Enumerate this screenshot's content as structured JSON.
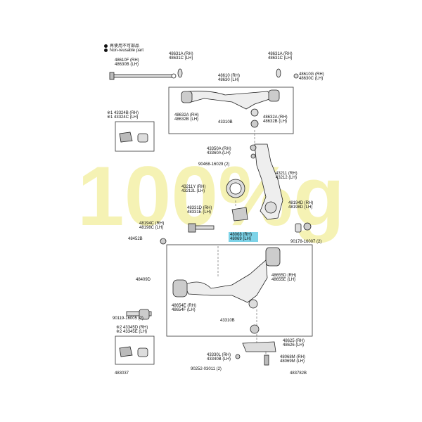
{
  "watermark": "100%g",
  "legend": {
    "item1": "再使用不可部品",
    "item2": "Non-reusable part"
  },
  "parts": {
    "p48610F": [
      "48610F (RH)",
      "48630B (LH)"
    ],
    "p48631A_L": [
      "48631A (RH)",
      "48631C (LH)"
    ],
    "p48631A_R": [
      "48631A (RH)",
      "48631C (LH)"
    ],
    "p48610G": [
      "48610G (RH)",
      "48630C (LH)"
    ],
    "p48610": [
      "48610 (RH)",
      "48630 (LH)"
    ],
    "p48632A_L": [
      "48632A (RH)",
      "48632B (LH)"
    ],
    "p48632A_R": [
      "48632A (RH)",
      "48632B (LH)"
    ],
    "p43310B_top": "43310B",
    "p43324B": [
      "※1 43324B (RH)",
      "※1 43324C (LH)"
    ],
    "p43350A": [
      "43350A (RH)",
      "43360A (LH)"
    ],
    "p90468": "90468-16029 (2)",
    "p43211": [
      "43211 (RH)",
      "43212 (LH)"
    ],
    "p43211Y": [
      "43211Y (RH)",
      "43212L (LH)"
    ],
    "p48194D": [
      "48194D (RH)",
      "48198D (LH)"
    ],
    "p48331D": [
      "48331D (RH)",
      "48331E (LH)"
    ],
    "p48194C": [
      "48194C (RH)",
      "48198C (LH)"
    ],
    "p48068": [
      "48068 (RH)",
      "48069 (LH)"
    ],
    "p48452B": "48452B",
    "p90178": "90178-16007 (2)",
    "p48655D": [
      "48655D (RH)",
      "48655E (LH)"
    ],
    "p48409D": "48409D",
    "p48654E": [
      "48654E (RH)",
      "48654F (LH)"
    ],
    "p90119": "90119-16005 (2)",
    "p43310B_bot": "43310B",
    "p43345D": [
      "※2 43345D (RH)",
      "※2 43345E (LH)"
    ],
    "p48625": [
      "48625 (RH)",
      "48626 (LH)"
    ],
    "p43330L": [
      "43330L (RH)",
      "43340B (LH)"
    ],
    "p48068M": [
      "48068M (RH)",
      "48069M (LH)"
    ],
    "p90252": "90252-03011 (2)"
  },
  "footer": {
    "left": "483037",
    "right": "483782B"
  }
}
